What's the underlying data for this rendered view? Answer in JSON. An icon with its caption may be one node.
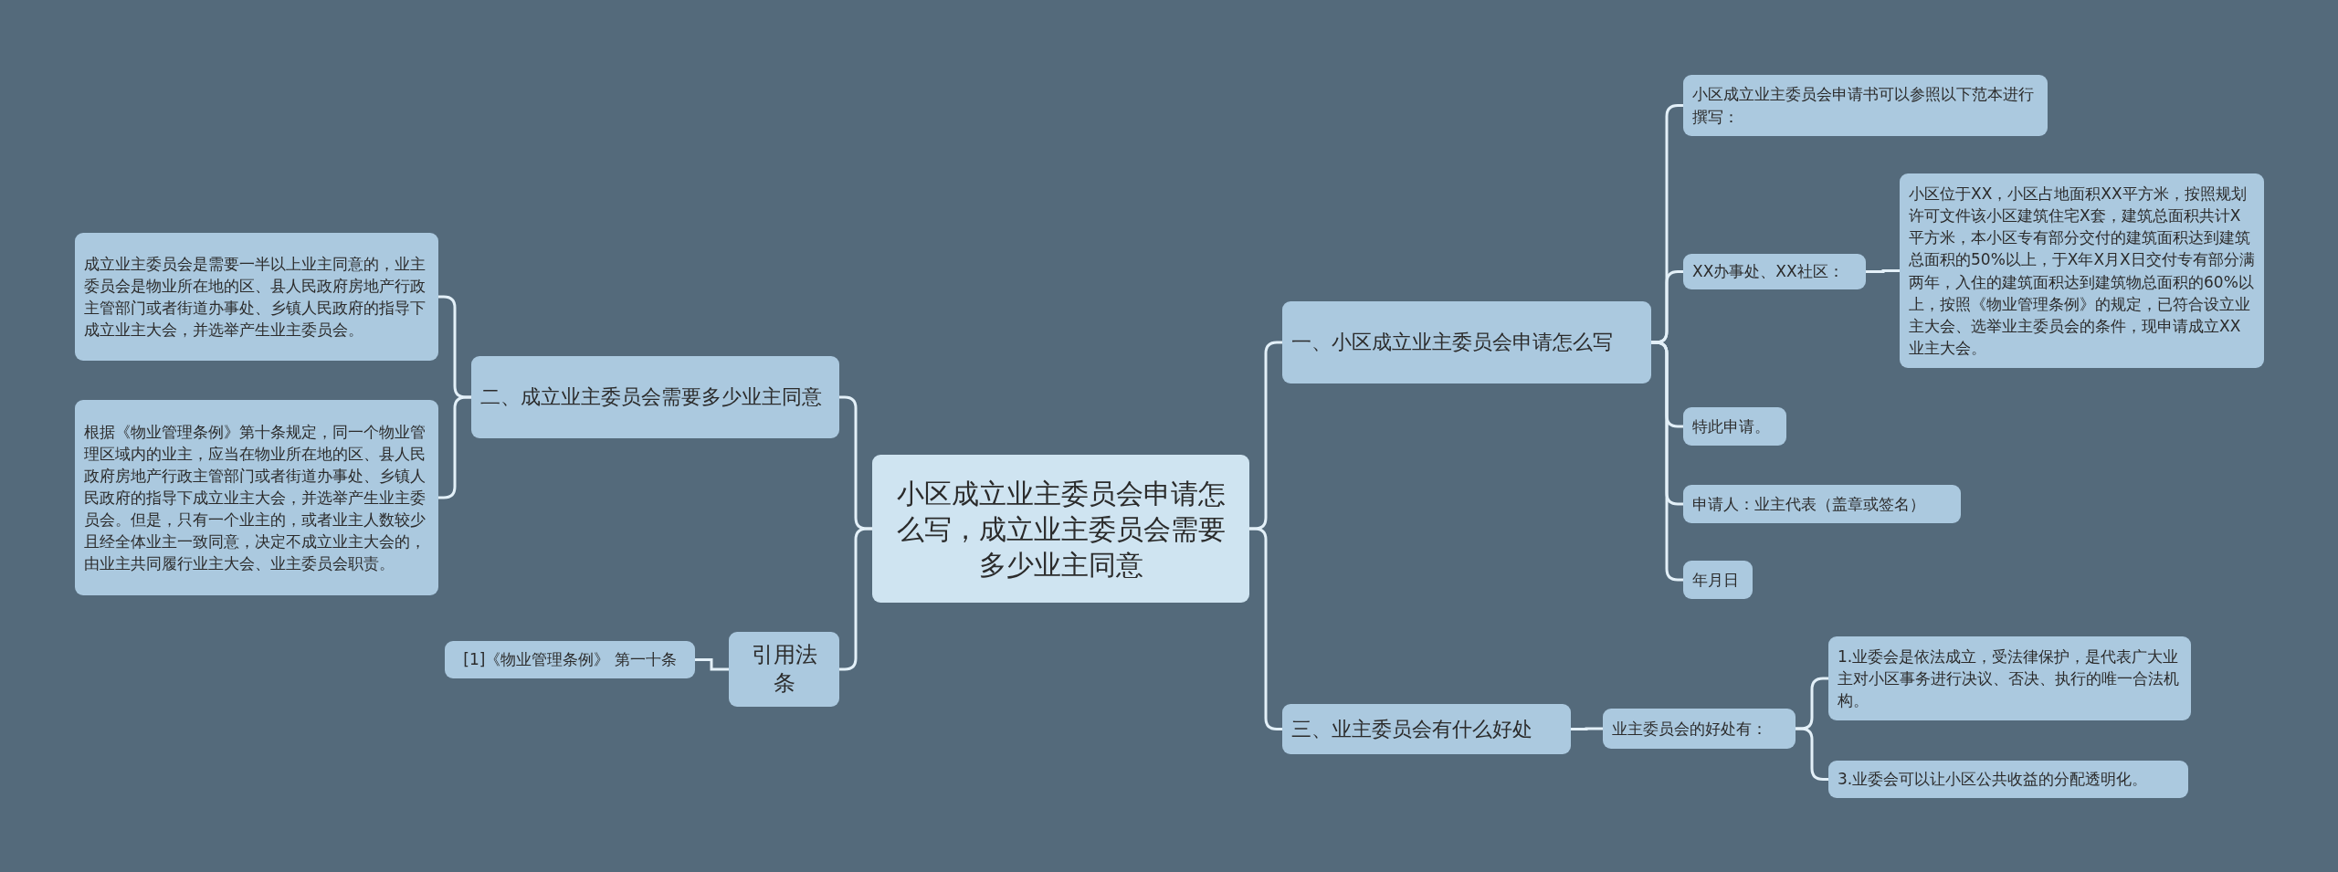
{
  "diagram": {
    "nodes": [
      {
        "text": [
          "小区成立业主委员会申请怎么写，成立业主委员会需要多少业主同意"
        ]
      },
      {
        "text": [
          "二、成立业主委员会需要多少业主同意"
        ]
      },
      {
        "text": [
          "成立业主委员会是需要一半以上业主同意的，业主委员会是物业所在地的区、县人民政府房地产行政主管部门或者街道办事处、乡镇人民政府的指导下成立业主大会，并选举产生业主委员会。"
        ]
      },
      {
        "text": [
          "根据《物业管理条例》第十条规定，同一个物业管理区域内的业主，应当在物业所在地的区、县人民政府房地产行政主管部门或者街道办事处、乡镇人民政府的指导下成立业主大会，并选举产生业主委员会。但是，只有一个业主的，或者业主人数较少且经全体业主一致同意，决定不成立业主大会的，由业主共同履行业主大会、业主委员会职责。"
        ]
      },
      {
        "text": [
          "引用法条"
        ]
      },
      {
        "text": [
          "[1]《物业管理条例》 第一十条"
        ]
      },
      {
        "text": [
          "一、小区成立业主委员会申请怎么写"
        ]
      },
      {
        "text": [
          "小区成立业主委员会申请书可以参照以下范本进行撰写："
        ]
      },
      {
        "text": [
          "XX办事处、XX社区："
        ]
      },
      {
        "text": [
          "小区位于XX，小区占地面积XX平方米，按照规划许可文件该小区建筑住宅X套，建筑总面积共计X平方米，本小区专有部分交付的建筑面积达到建筑总面积的50%以上，于X年X月X日交付专有部分满两年，入住的建筑面积达到建筑物总面积的60%以上，按照《物业管理条例》的规定，已符合设立业主大会、选举业主委员会的条件，现申请成立XX业主大会。"
        ]
      },
      {
        "text": [
          "特此申请。"
        ]
      },
      {
        "text": [
          "申请人：业主代表（盖章或签名）"
        ]
      },
      {
        "text": [
          "年月日"
        ]
      },
      {
        "text": [
          "三、业主委员会有什么好处"
        ]
      },
      {
        "text": [
          "业主委员会的好处有："
        ]
      },
      {
        "text": [
          "1.业委会是依法成立，受法律保护，是代表广大业主对小区事务进行决议、否决、执行的唯一合法机构。"
        ]
      },
      {
        "text": [
          "3.业委会可以让小区公共收益的分配透明化。"
        ]
      }
    ],
    "edges": [
      {
        "from": 0,
        "to": 1,
        "arrow": "none"
      },
      {
        "from": 1,
        "to": 2,
        "arrow": "none"
      },
      {
        "from": 1,
        "to": 3,
        "arrow": "none"
      },
      {
        "from": 0,
        "to": 4,
        "arrow": "none"
      },
      {
        "from": 4,
        "to": 5,
        "arrow": "none"
      },
      {
        "from": 0,
        "to": 6,
        "arrow": "none"
      },
      {
        "from": 6,
        "to": 7,
        "arrow": "none"
      },
      {
        "from": 6,
        "to": 8,
        "arrow": "none"
      },
      {
        "from": 8,
        "to": 9,
        "arrow": "none"
      },
      {
        "from": 6,
        "to": 10,
        "arrow": "none"
      },
      {
        "from": 6,
        "to": 11,
        "arrow": "none"
      },
      {
        "from": 6,
        "to": 12,
        "arrow": "none"
      },
      {
        "from": 0,
        "to": 13,
        "arrow": "none"
      },
      {
        "from": 13,
        "to": 14,
        "arrow": "none"
      },
      {
        "from": 14,
        "to": 15,
        "arrow": "none"
      },
      {
        "from": 14,
        "to": 16,
        "arrow": "none"
      }
    ]
  }
}
